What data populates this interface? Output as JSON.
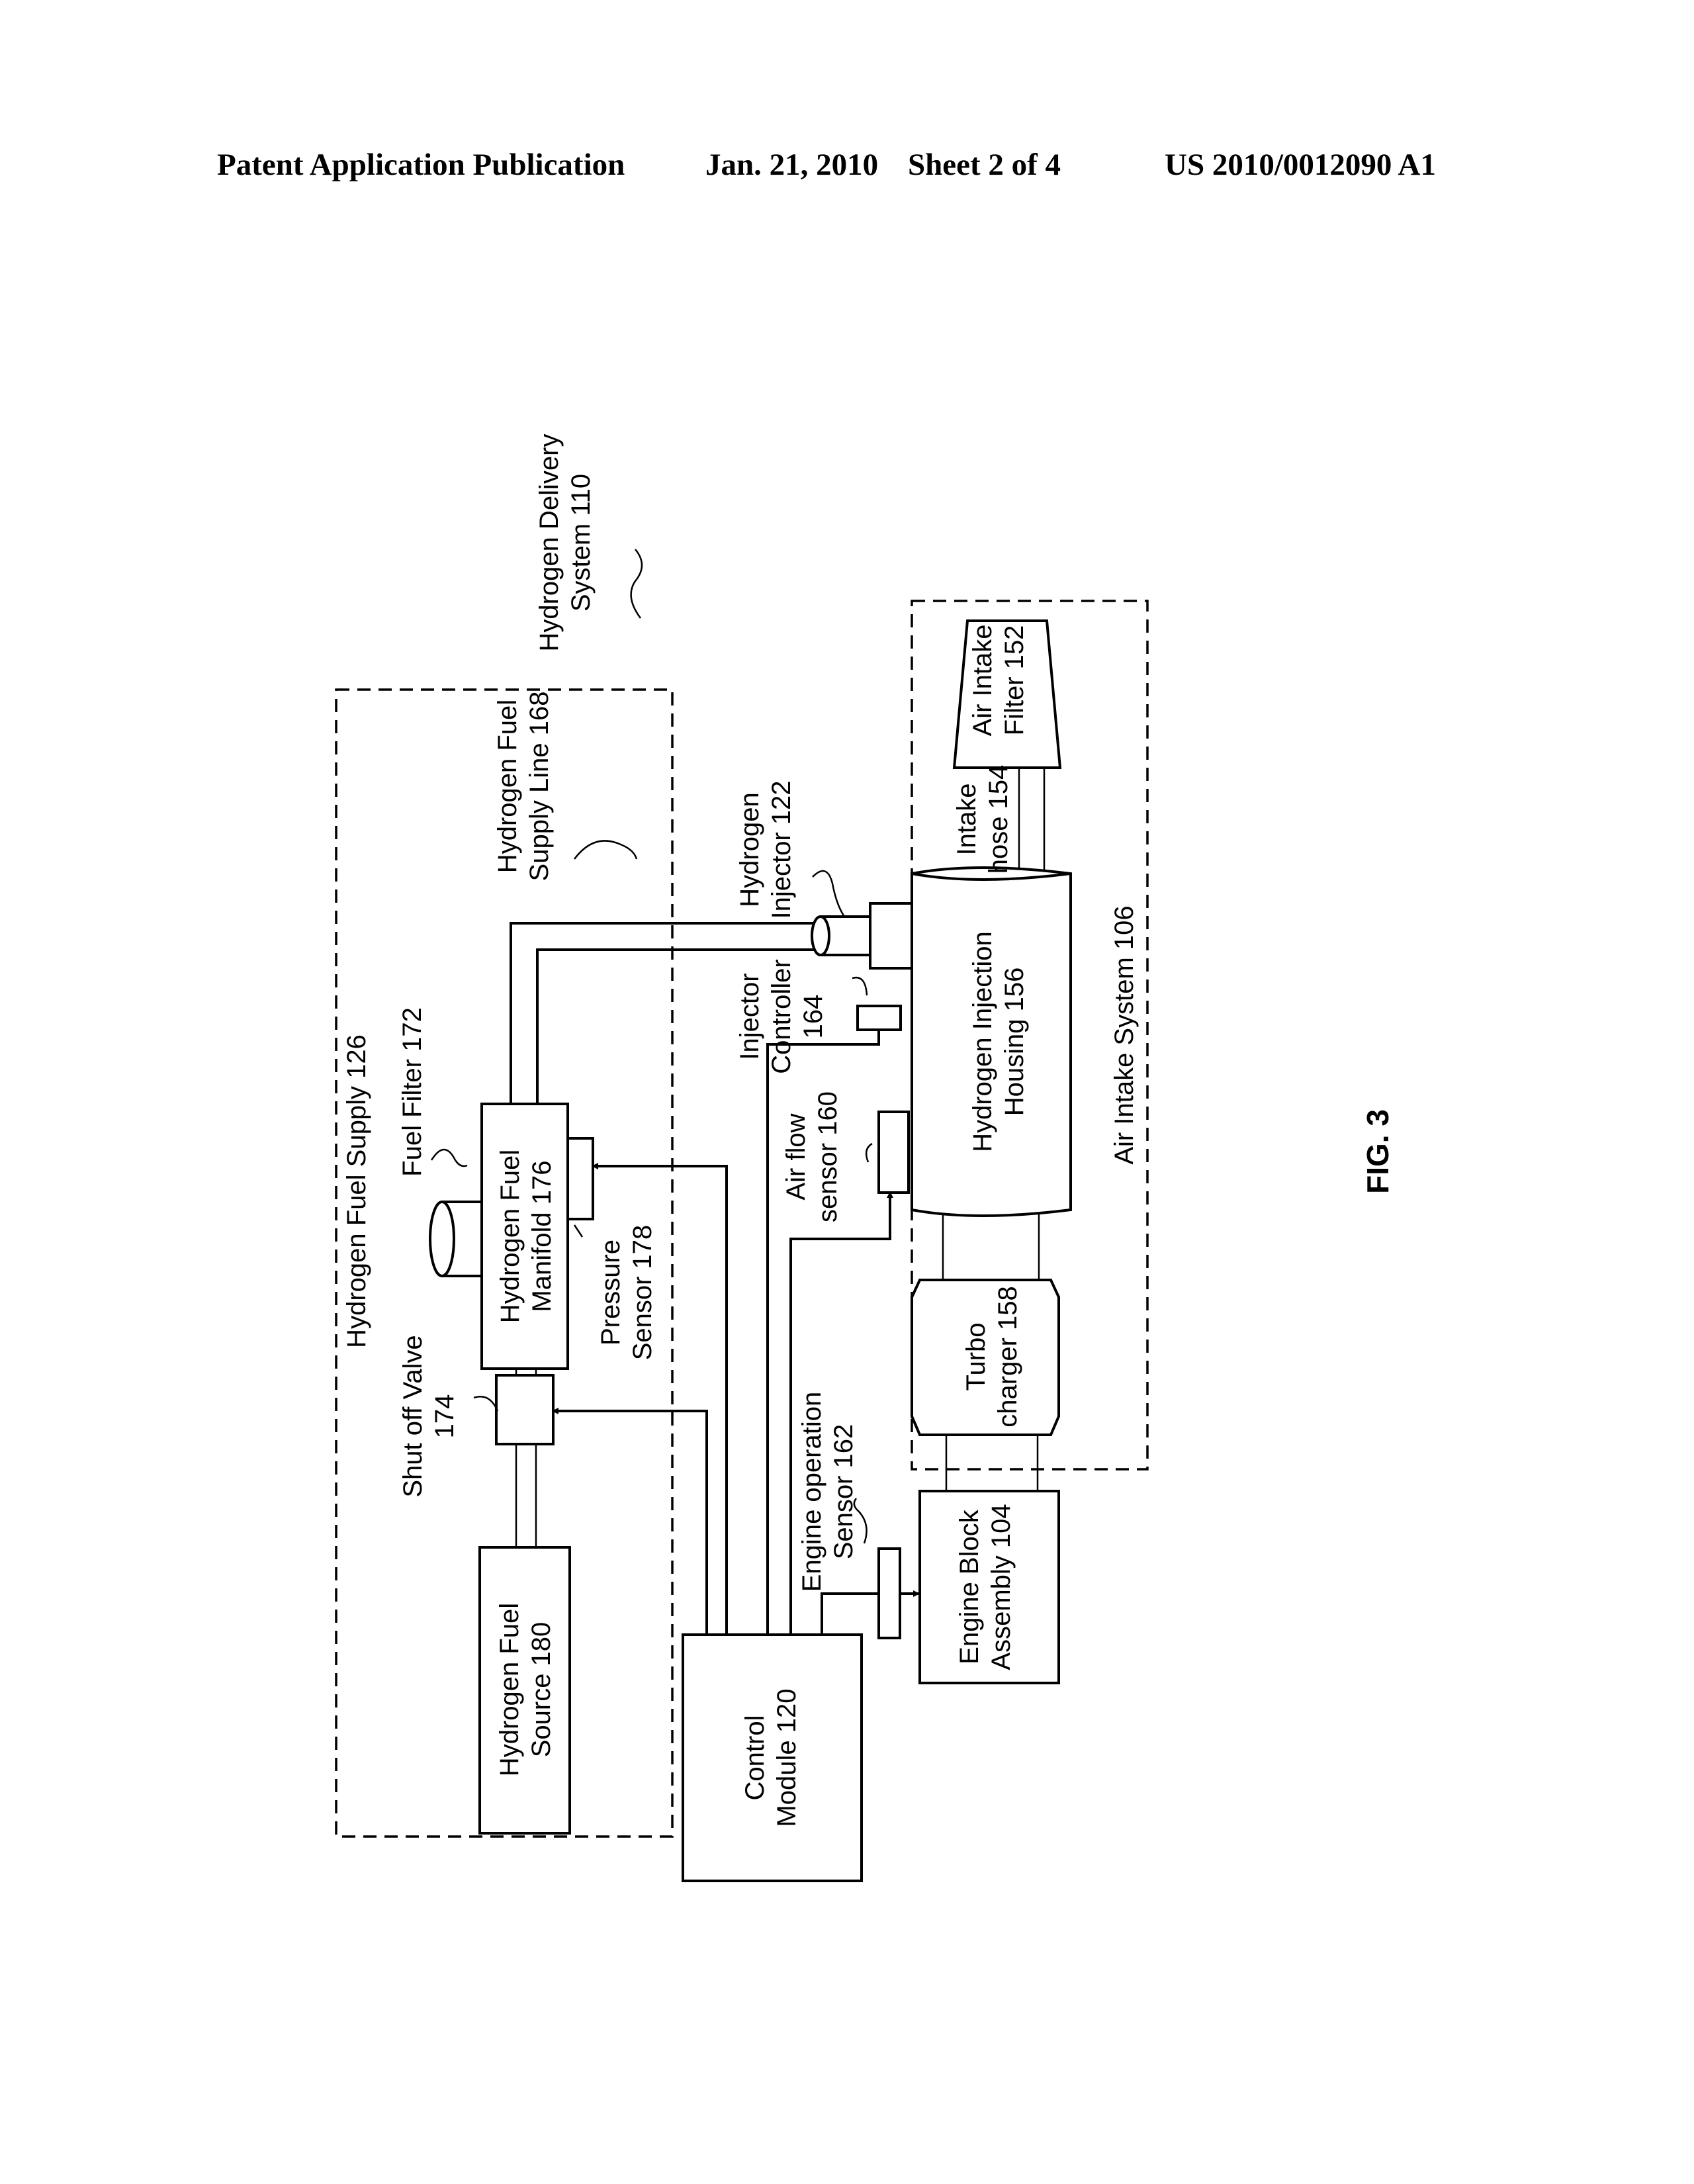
{
  "header": {
    "publication": "Patent Application Publication",
    "date": "Jan. 21, 2010",
    "sheet": "Sheet 2 of 4",
    "number": "US 2010/0012090 A1"
  },
  "labels": {
    "hydrogen_delivery_system": [
      "Hydrogen Delivery",
      "System 110"
    ],
    "hydrogen_fuel_supply": "Hydrogen Fuel Supply 126",
    "fuel_supply_line": [
      "Hydrogen Fuel",
      "Supply Line 168"
    ],
    "fuel_filter": "Fuel Filter 172",
    "shut_off_valve": [
      "Shut off Valve",
      "174"
    ],
    "hydrogen_fuel_source": [
      "Hydrogen Fuel",
      "Source 180"
    ],
    "fuel_manifold": [
      "Hydrogen Fuel",
      "Manifold 176"
    ],
    "pressure_sensor": [
      "Pressure",
      "Sensor 178"
    ],
    "control_module": [
      "Control",
      "Module 120"
    ],
    "engine_block": [
      "Engine Block",
      "Assembly 104"
    ],
    "engine_operation_sensor": [
      "Engine operation",
      "Sensor 162"
    ],
    "air_flow_sensor": [
      "Air flow",
      "sensor 160"
    ],
    "injector_controller": [
      "Injector",
      "Controller",
      "164"
    ],
    "hydrogen_injector": [
      "Hydrogen",
      "Injector 122"
    ],
    "injection_housing": [
      "Hydrogen Injection",
      "Housing 156"
    ],
    "turbo_charger": [
      "Turbo",
      "charger 158"
    ],
    "air_intake_system": "Air Intake System 106",
    "intake_hose": [
      "Intake",
      "hose 154"
    ],
    "air_intake_filter": [
      "Air Intake",
      "Filter 152"
    ]
  },
  "figure_label": "FIG. 3"
}
